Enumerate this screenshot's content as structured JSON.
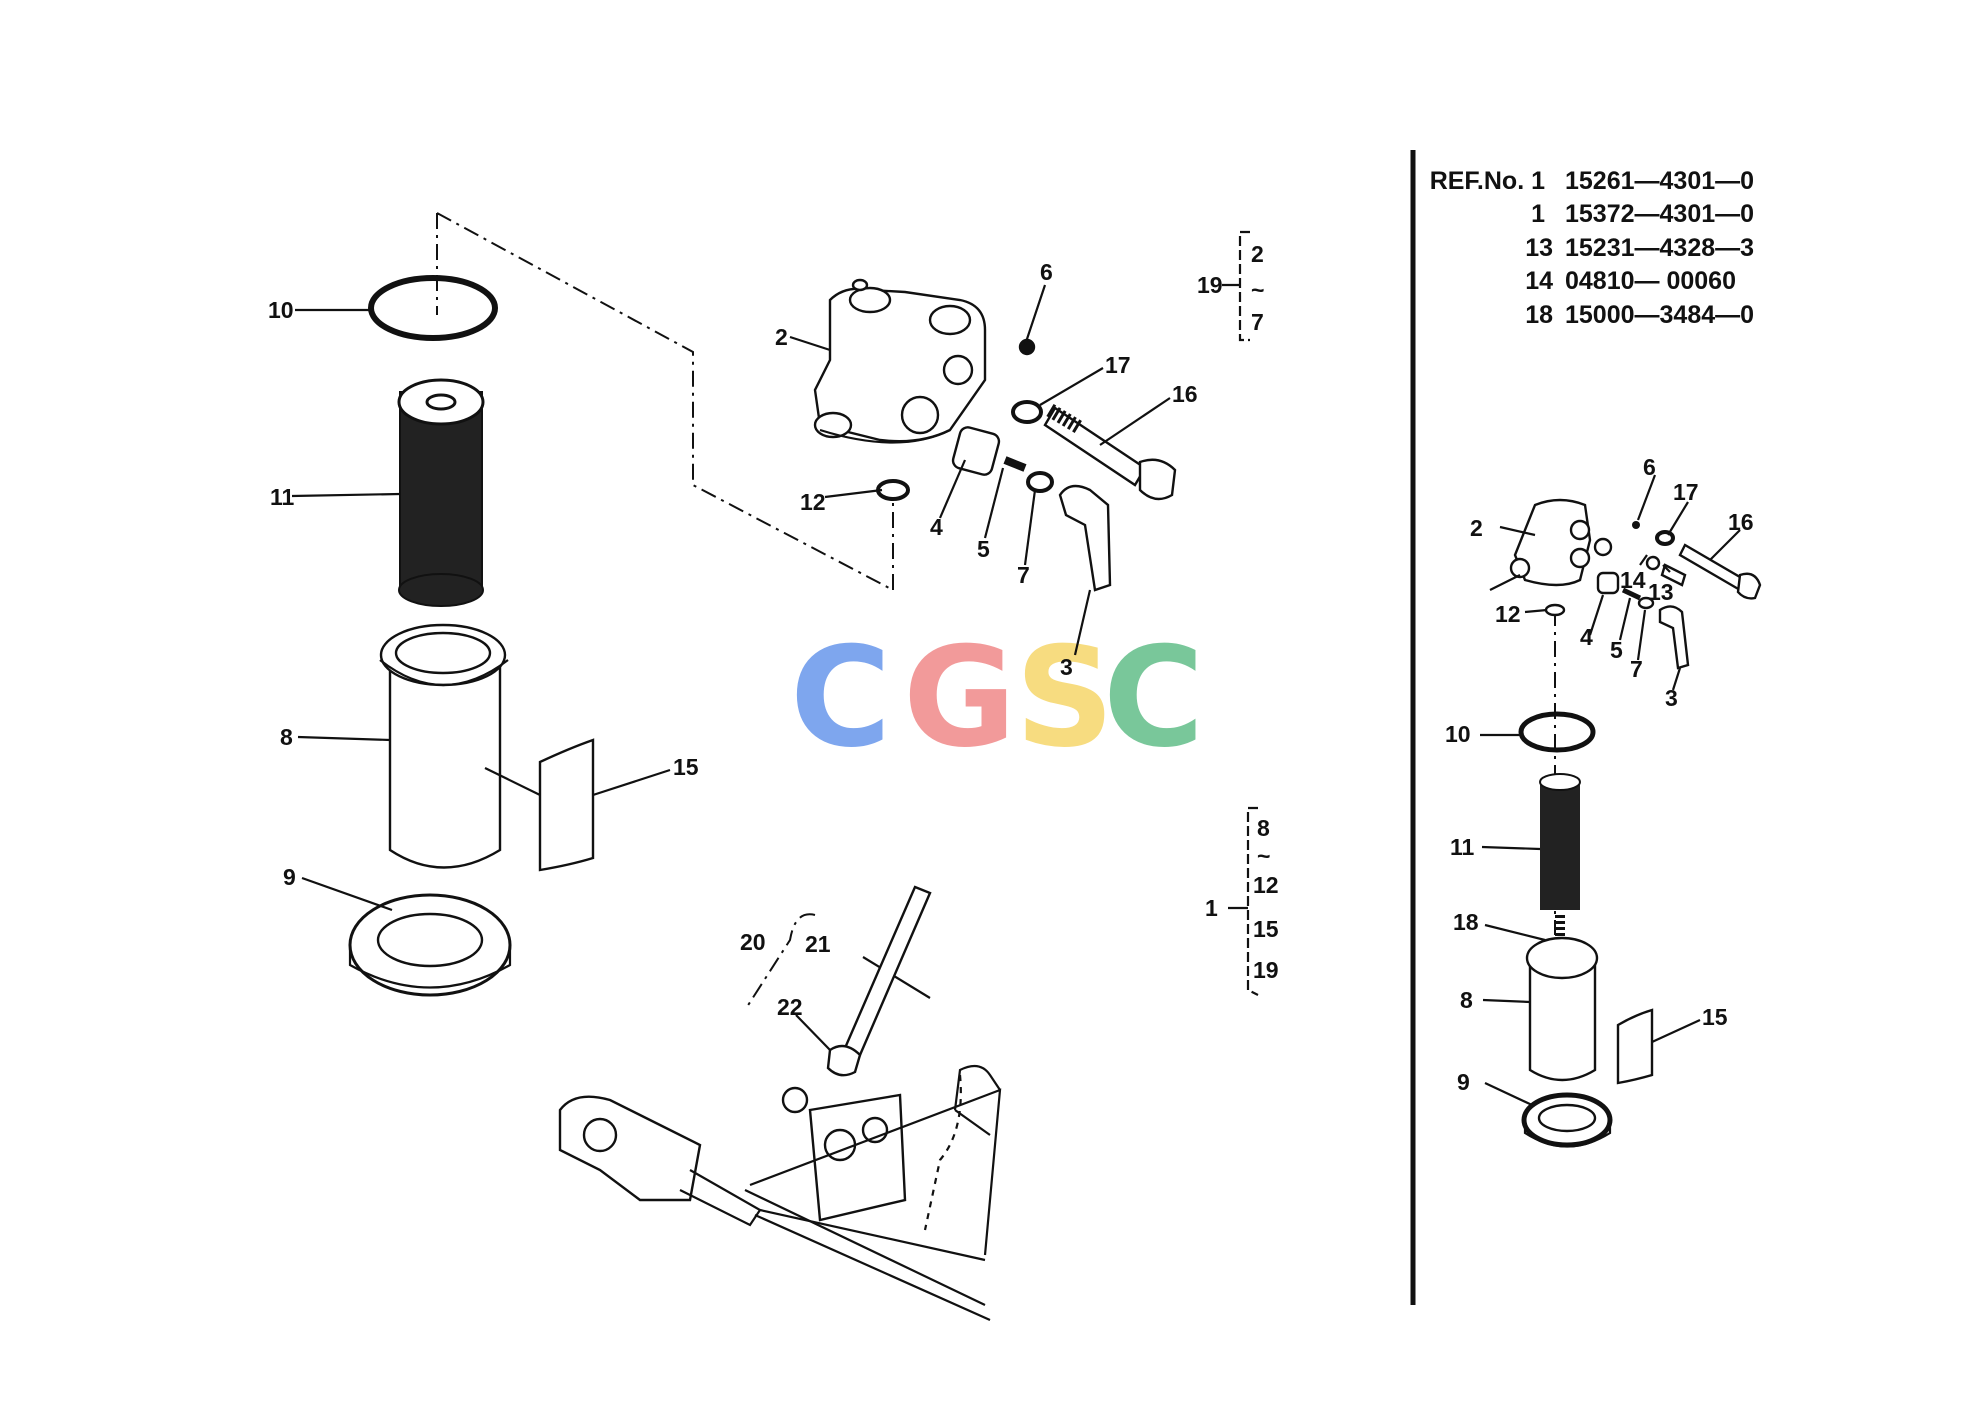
{
  "ref_table": {
    "rows": [
      {
        "ref": "REF.No. 1",
        "part_no": "15261—4301—0"
      },
      {
        "ref": "1",
        "part_no": "15372—4301—0"
      },
      {
        "ref": "13",
        "part_no": "15231—4328—3"
      },
      {
        "ref": "14",
        "part_no": "04810— 00060"
      },
      {
        "ref": "18",
        "part_no": "15000—3484—0"
      }
    ]
  },
  "callouts": {
    "main": {
      "c10": "10",
      "c11": "11",
      "c8": "8",
      "c9": "9",
      "c15": "15",
      "c2": "2",
      "c6": "6",
      "c17": "17",
      "c16": "16",
      "c12": "12",
      "c4": "4",
      "c5": "5",
      "c7": "7",
      "c3": "3",
      "c20": "20",
      "c21": "21",
      "c22": "22"
    },
    "groups": {
      "g19": {
        "parent": "19",
        "top": "2",
        "tilde": "~",
        "bottom": "7"
      },
      "g1": {
        "parent": "1",
        "a": "8",
        "tilde": "~",
        "b": "12",
        "c": "15",
        "d": "19"
      }
    },
    "inset": {
      "c6": "6",
      "c17": "17",
      "c16": "16",
      "c2": "2",
      "c14": "14",
      "c13": "13",
      "c12": "12",
      "c4": "4",
      "c5": "5",
      "c7": "7",
      "c3": "3",
      "c10": "10",
      "c11": "11",
      "c18": "18",
      "c8": "8",
      "c15": "15",
      "c9": "9"
    }
  },
  "watermark": {
    "letters": [
      "C",
      "G",
      "S",
      "C"
    ],
    "colors": [
      "#7ea6ee",
      "#f29a9a",
      "#f7dc80",
      "#79c79a"
    ]
  }
}
